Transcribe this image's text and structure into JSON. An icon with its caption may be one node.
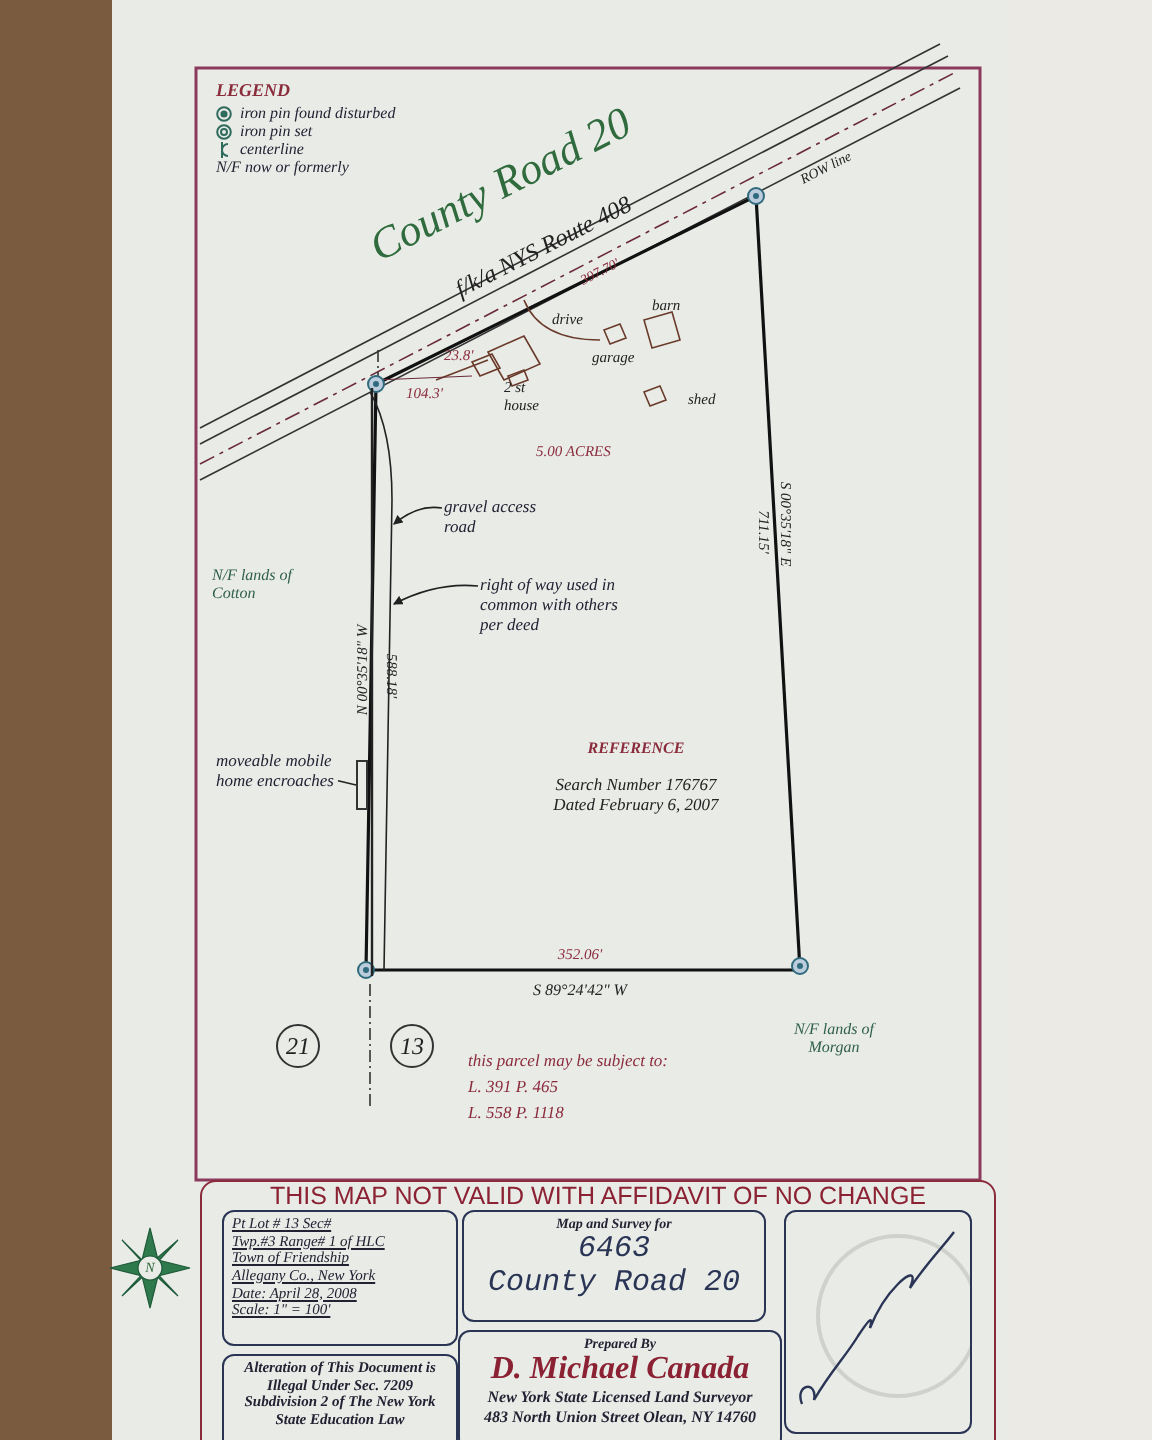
{
  "diagram": {
    "nodes": [
      {
        "text": [
          "gravel access road"
        ]
      },
      {
        "text": [
          "right of way used in common with others per deed"
        ]
      },
      {
        "text": [
          "moveable mobile home encroaches"
        ]
      },
      {
        "text": [],
        "shape": "box"
      },
      {
        "text": [
          "THIS MAP NOT VALID WITH AFFIDAVIT OF NO CHANGE"
        ]
      },
      {
        "text": [
          "Pt Lot # 13 Sec#",
          "Twp.#3 Range# 1 of HLC",
          "Town of Friendship",
          "Allegany Co., New York",
          "Date: April 28, 2008",
          "Scale: 1\" = 100'"
        ],
        "in": 4
      },
      {
        "text": [
          "Alteration of This Document is Illegal Under Sec. 7209 Subdivision 2 of The New York State Education Law"
        ],
        "in": 4
      },
      {
        "text": [
          "Map and Survey for",
          "6463",
          "County Road 20"
        ],
        "in": 4
      },
      {
        "text": [
          "Prepared By",
          "D. Michael Canada",
          "New York State Licensed Land Surveyor",
          "483 North Union Street Olean, NY 14760"
        ],
        "in": 4
      },
      {
        "text": [],
        "shape": "bar"
      }
    ],
    "edges": [
      {
        "from": 0,
        "to": 9,
        "arrow": "to"
      },
      {
        "from": 1,
        "to": 9,
        "arrow": "to"
      },
      {
        "from": 2,
        "to": 3,
        "arrow": "none"
      }
    ],
    "labels": [
      "LEGEND",
      "County Road 20",
      "f/k/a NYS Route 408",
      "ROW line",
      "397.70'",
      "drive",
      "barn",
      "garage",
      "23.8'",
      "104.3'",
      "2 st house",
      "shed",
      "5.00 ACRES",
      "S 00°35'18\" E",
      "711.15'",
      "N/F lands of Cotton",
      "N 00°35'18\" W",
      "588.18'",
      "REFERENCE",
      "Search Number 176767",
      "Dated February 6, 2007",
      "352.06'",
      "S 89°24'42\" W",
      "21",
      "13",
      "N/F lands of Morgan",
      "this parcel may be subject to:",
      "L. 391 P. 465",
      "L. 558 P. 1118",
      "N"
    ],
    "legend": [
      {
        "text": "iron pin found disturbed"
      },
      {
        "text": "iron pin set"
      },
      {
        "text": "centerline"
      },
      {
        "text": "N/F now or formerly"
      }
    ]
  }
}
